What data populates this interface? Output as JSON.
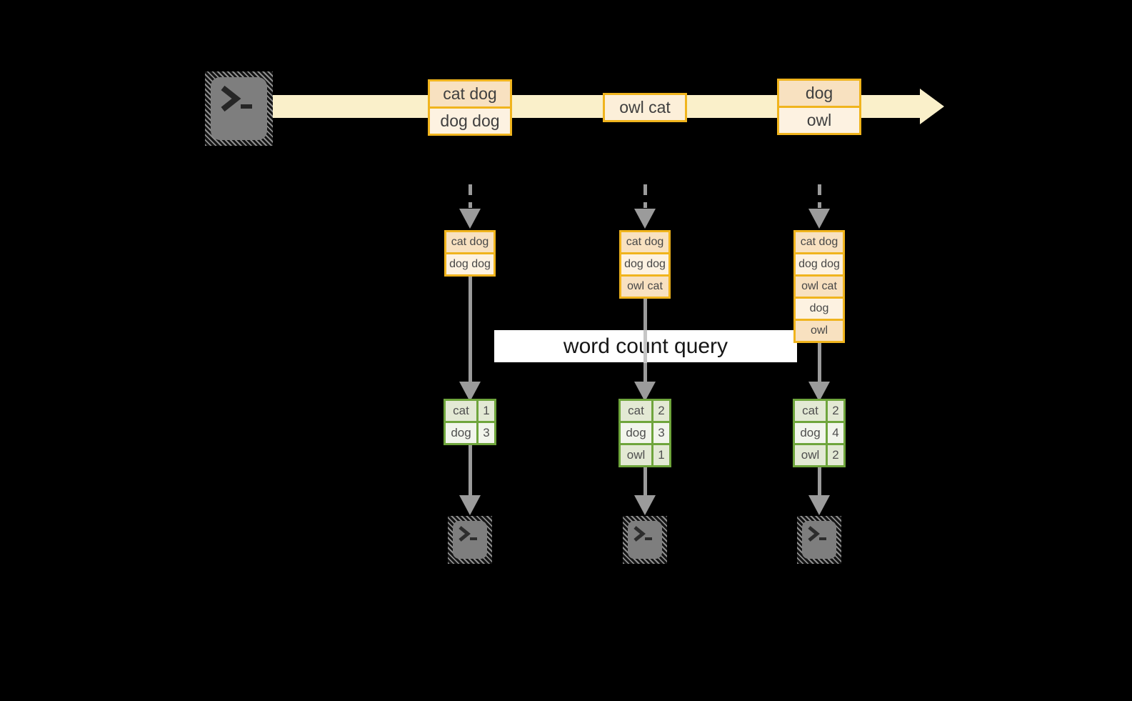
{
  "query": {
    "label": "word count query"
  },
  "stream": {
    "source_icon": "terminal-icon",
    "events": [
      {
        "lines": [
          "cat dog",
          "dog dog"
        ]
      },
      {
        "lines": [
          "owl cat"
        ]
      },
      {
        "lines": [
          "dog",
          "owl"
        ]
      }
    ]
  },
  "columns": [
    {
      "buffered_events": [
        "cat dog",
        "dog dog"
      ],
      "counts": [
        {
          "word": "cat",
          "count": "1"
        },
        {
          "word": "dog",
          "count": "3"
        }
      ],
      "sink_icon": "terminal-icon"
    },
    {
      "buffered_events": [
        "cat dog",
        "dog dog",
        "owl cat"
      ],
      "counts": [
        {
          "word": "cat",
          "count": "2"
        },
        {
          "word": "dog",
          "count": "3"
        },
        {
          "word": "owl",
          "count": "1"
        }
      ],
      "sink_icon": "terminal-icon"
    },
    {
      "buffered_events": [
        "cat dog",
        "dog dog",
        "owl cat",
        "dog",
        "owl"
      ],
      "counts": [
        {
          "word": "cat",
          "count": "2"
        },
        {
          "word": "dog",
          "count": "4"
        },
        {
          "word": "owl",
          "count": "2"
        }
      ],
      "sink_icon": "terminal-icon"
    }
  ],
  "colors": {
    "background": "#000000",
    "stream_band": "#faf0ca",
    "event_border": "#f0b41d",
    "event_fill_dark": "#f8e1c0",
    "event_fill_light": "#fdf2e1",
    "table_border": "#6fa53c",
    "table_fill_dark": "#e3e9d4",
    "table_fill_light": "#f2f5ec",
    "arrow_gray": "#9b9b9b",
    "terminal_gray": "#7e7e7e"
  }
}
